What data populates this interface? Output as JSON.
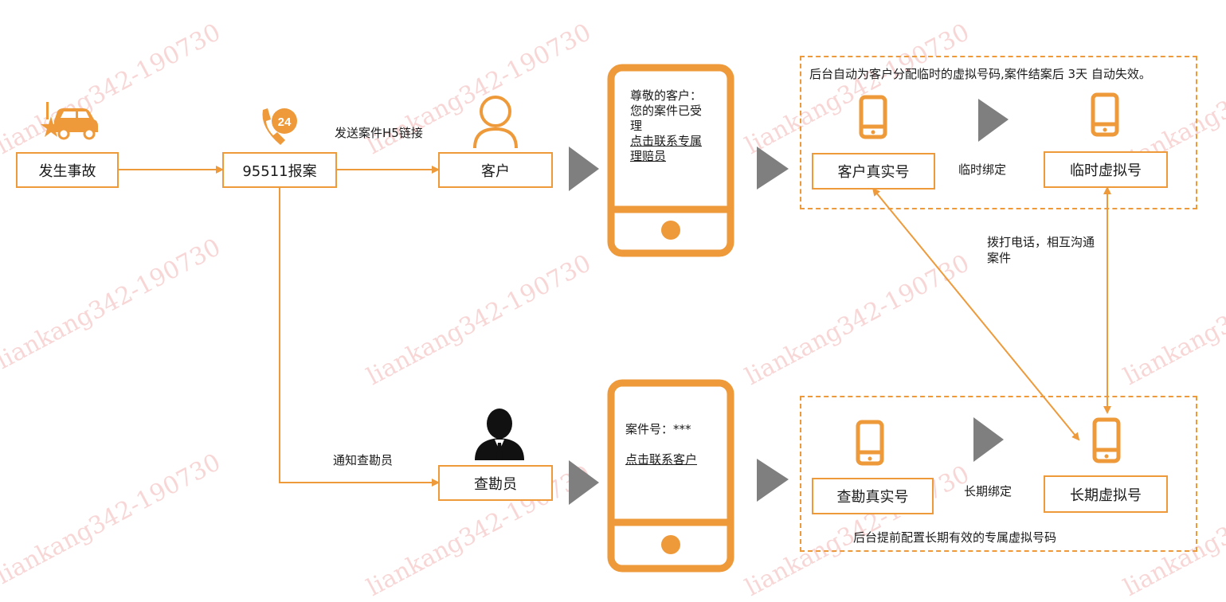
{
  "nodes": {
    "accident": "发生事故",
    "report": "95511报案",
    "customer": "客户",
    "surveyor": "查勘员",
    "customer_real": "客户真实号",
    "temp_virtual": "临时虚拟号",
    "surveyor_real": "查勘真实号",
    "long_virtual": "长期虚拟号"
  },
  "edge_labels": {
    "send_link": "发送案件H5链接",
    "notify": "通知查勘员",
    "temp_bind": "临时绑定",
    "long_bind": "长期绑定",
    "call_line1": "拨打电话，相互沟通",
    "call_line2": "案件"
  },
  "phones": {
    "customer_msg": {
      "line1": "尊敬的客户：",
      "line2": "您的案件已受",
      "line3": "理",
      "link1": "点击联系专属",
      "link2": "理赔员"
    },
    "surveyor_msg": {
      "line1": "案件号：***",
      "link": "点击联系客户"
    }
  },
  "notes": {
    "top": "后台自动为客户分配临时的虚拟号码,案件结案后 3天 自动失效。",
    "bottom": "后台提前配置长期有效的专属虚拟号码"
  },
  "watermark": "liankang342-190730",
  "colors": {
    "accent": "#ee9a3a",
    "arrow_gray": "#7f7f7f",
    "watermark": "#e87878"
  },
  "icons": [
    "car-accident-icon",
    "phone-24-icon",
    "customer-person-icon",
    "surveyor-person-icon",
    "mobile-phone-icon"
  ]
}
